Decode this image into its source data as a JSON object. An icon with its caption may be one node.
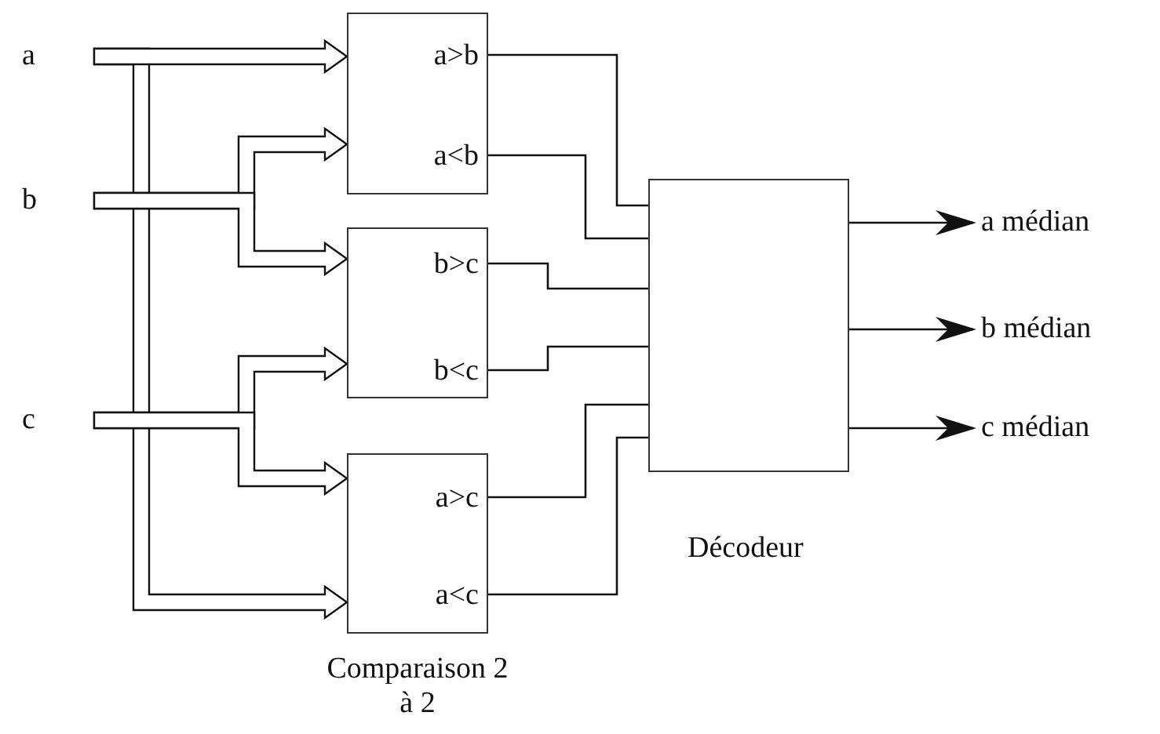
{
  "diagram": {
    "nodes": [
      {
        "text": [
          "a"
        ]
      },
      {
        "text": [
          "b"
        ]
      },
      {
        "text": [
          "c"
        ]
      },
      {
        "text": [
          "a>b",
          "a<b"
        ]
      },
      {
        "text": [
          "b>c",
          "b<c"
        ]
      },
      {
        "text": [
          "a>c",
          "a<c"
        ]
      },
      {
        "text": [
          "Décodeur"
        ]
      },
      {
        "text": [
          "a médian"
        ]
      },
      {
        "text": [
          "b médian"
        ]
      },
      {
        "text": [
          "c médian"
        ]
      }
    ],
    "edges": [
      {
        "from": 0,
        "to": 5,
        "arrow": "to",
        "style": "thick"
      },
      {
        "from": 0,
        "to": 3,
        "arrow": "to",
        "style": "thick"
      },
      {
        "from": 1,
        "to": 3,
        "arrow": "to",
        "style": "thick"
      },
      {
        "from": 1,
        "to": 4,
        "arrow": "to",
        "style": "thick"
      },
      {
        "from": 2,
        "to": 4,
        "arrow": "to",
        "style": "thick"
      },
      {
        "from": 2,
        "to": 5,
        "arrow": "to",
        "style": "thick"
      },
      {
        "from": 3,
        "to": 6,
        "arrow": "none"
      },
      {
        "from": 3,
        "to": 6,
        "arrow": "none"
      },
      {
        "from": 4,
        "to": 6,
        "arrow": "none"
      },
      {
        "from": 4,
        "to": 6,
        "arrow": "none"
      },
      {
        "from": 5,
        "to": 6,
        "arrow": "none"
      },
      {
        "from": 5,
        "to": 6,
        "arrow": "none"
      },
      {
        "from": 6,
        "to": 7,
        "arrow": "to"
      },
      {
        "from": 6,
        "to": 8,
        "arrow": "to"
      },
      {
        "from": 6,
        "to": 9,
        "arrow": "to"
      }
    ],
    "labels": [
      "Comparaison 2 à 2"
    ]
  }
}
